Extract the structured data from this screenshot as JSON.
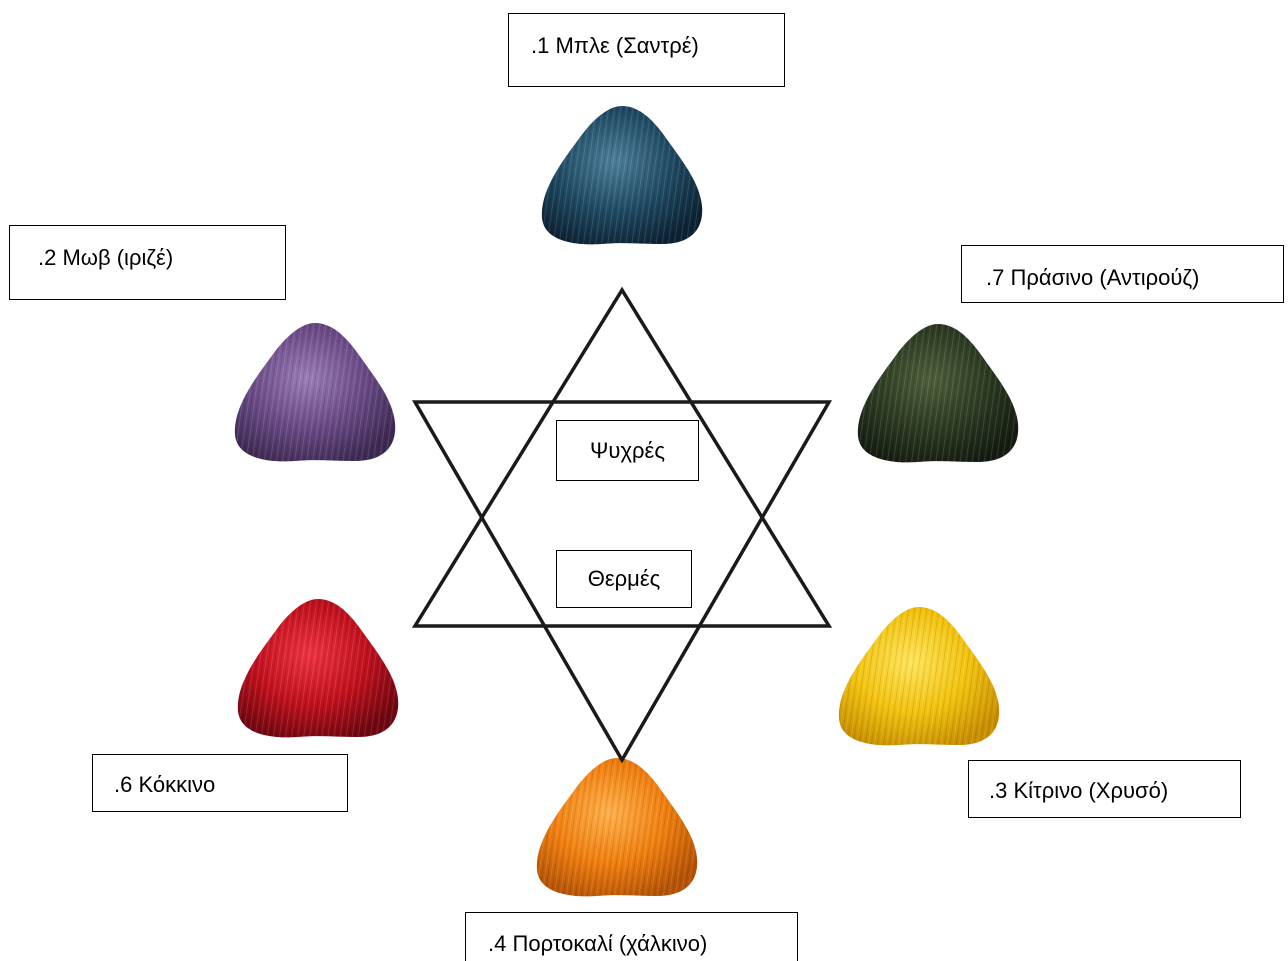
{
  "labels": {
    "blue": ".1 Μπλε (Σαντρέ)",
    "purple": ".2 Μωβ (ιριζέ)",
    "green": ".7 Πράσινο (Αντιρούζ)",
    "red": ".6 Κόκκινο",
    "yellow": ".3 Κίτρινο (Χρυσό)",
    "orange": ".4 Πορτοκαλί (χάλκινο)"
  },
  "center": {
    "cool": "Ψυχρές",
    "warm": "Θερμές"
  },
  "swatch_colors": {
    "blue": "#1f4a63",
    "purple": "#6a4a86",
    "green": "#2c3a22",
    "red": "#c0101c",
    "yellow": "#f2c20e",
    "orange": "#f07e0e"
  }
}
